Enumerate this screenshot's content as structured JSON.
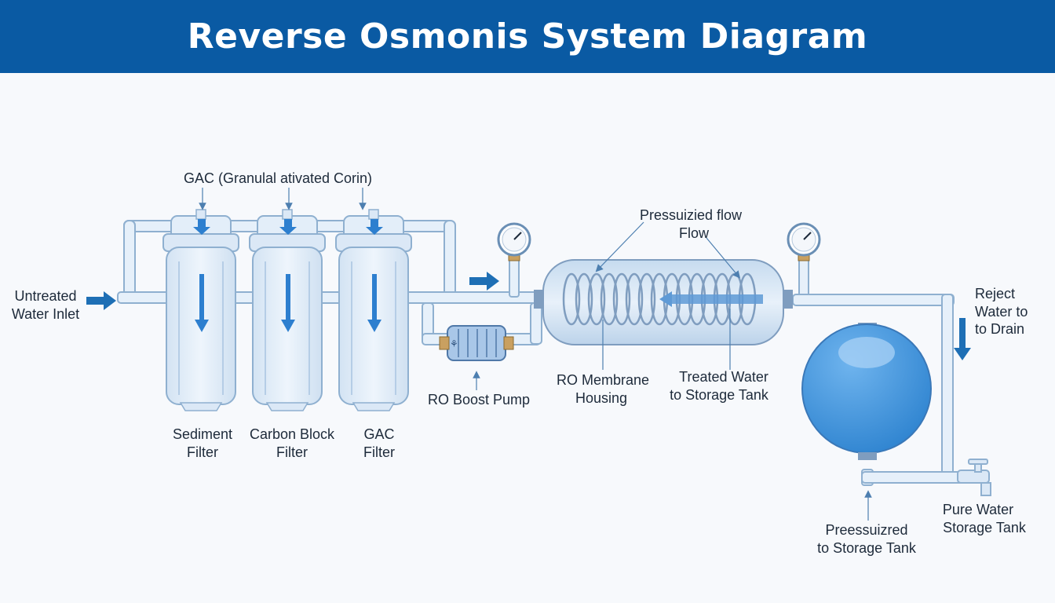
{
  "title": "Reverse Osmonis System Diagram",
  "labels": {
    "inlet_1": "Untreated",
    "inlet_2": "Water Inlet",
    "gac_top": "GAC (Granulal ativated Corin)",
    "sediment_1": "Sediment",
    "sediment_2": "Filter",
    "carbon_1": "Carbon Block",
    "carbon_2": "Filter",
    "gac_1": "GAC",
    "gac_2": "Filter",
    "boost_pump": "RO Boost Pump",
    "press_flow_1": "Pressuizied flow",
    "press_flow_2": "Flow",
    "membrane_1": "RO Membrane",
    "membrane_2": "Housing",
    "treated_1": "Treated Water",
    "treated_2": "to Storage Tank",
    "reject_1": "Reject",
    "reject_2": "Water to",
    "reject_3": "to Drain",
    "pressurized_1": "Preessuizred",
    "pressurized_2": "to Storage Tank",
    "pure_1": "Pure Water",
    "pure_2": "Storage Tank"
  },
  "colors": {
    "header": "#0a5aa3",
    "arrow": "#1e6fb5",
    "pipe_fill": "#e6f0fa",
    "pipe_stroke": "#8fb0d0",
    "tank": "#3a8fd8"
  }
}
